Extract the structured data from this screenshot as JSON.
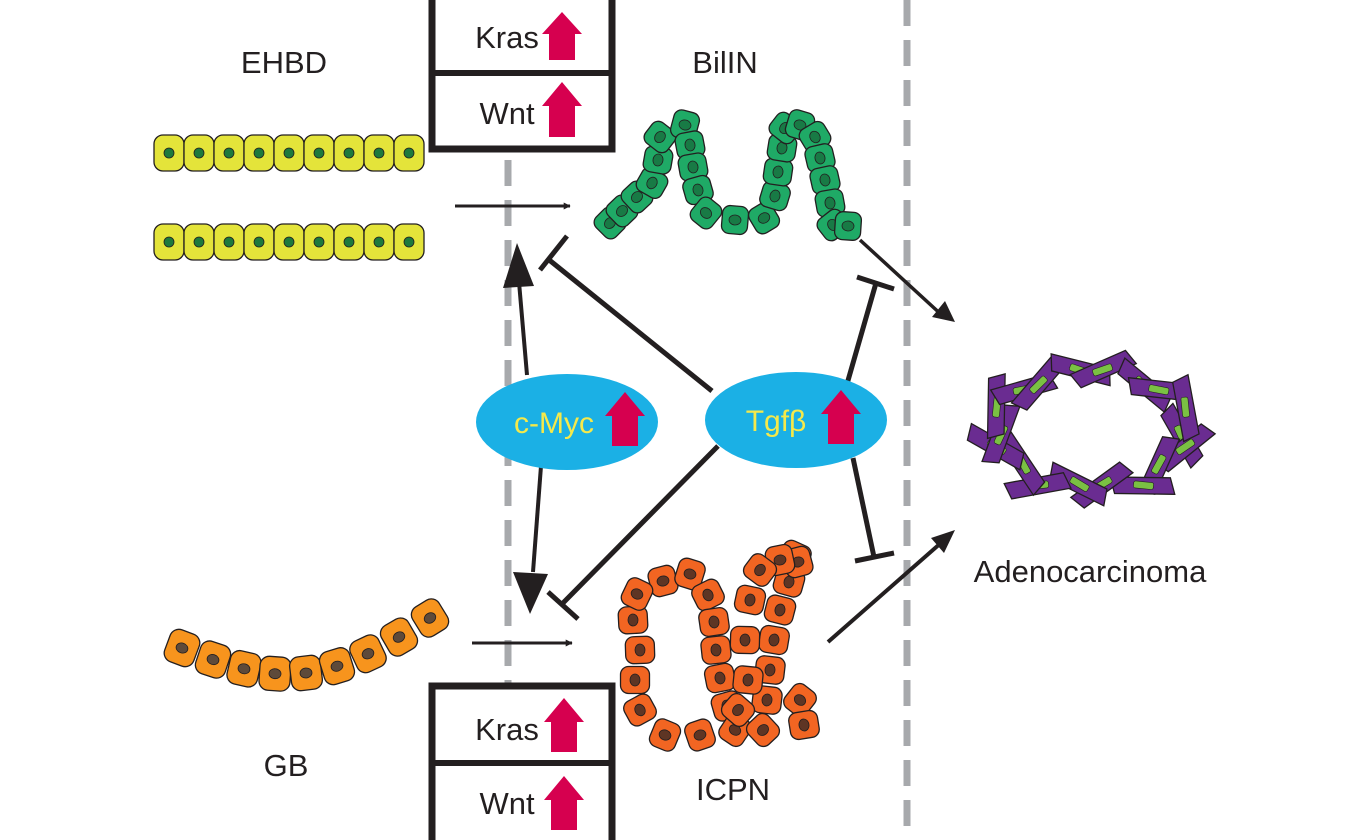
{
  "colors": {
    "line": "#231f20",
    "dash": "#a7a9ac",
    "up_arrow": "#d6004f",
    "oval_fill": "#1bb0e5",
    "oval_text": "#f5e94a",
    "ehbd_cell": "#e4e43a",
    "ehbd_nucleus": "#1e7a3c",
    "biliin_cell": "#1faa66",
    "biliin_nucleus": "#187a45",
    "gb_cell": "#f7941d",
    "gb_nucleus": "#5e4a3a",
    "icpn_cell": "#f26522",
    "icpn_nucleus": "#5e3524",
    "adeno_cell": "#6a2c91",
    "adeno_nucleus": "#7ac143"
  },
  "labels": {
    "ehbd": "EHBD",
    "biliin": "BilIN",
    "gb": "GB",
    "icpn": "ICPN",
    "adenocarcinoma": "Adenocarcinoma"
  },
  "top_box": {
    "row1": "Kras",
    "row2": "Wnt"
  },
  "bottom_box": {
    "row1": "Kras",
    "row2": "Wnt"
  },
  "ovals": {
    "cmyc": "c-Myc",
    "tgfb": "Tgfβ"
  },
  "icons": {
    "up": "up-arrow-icon"
  }
}
